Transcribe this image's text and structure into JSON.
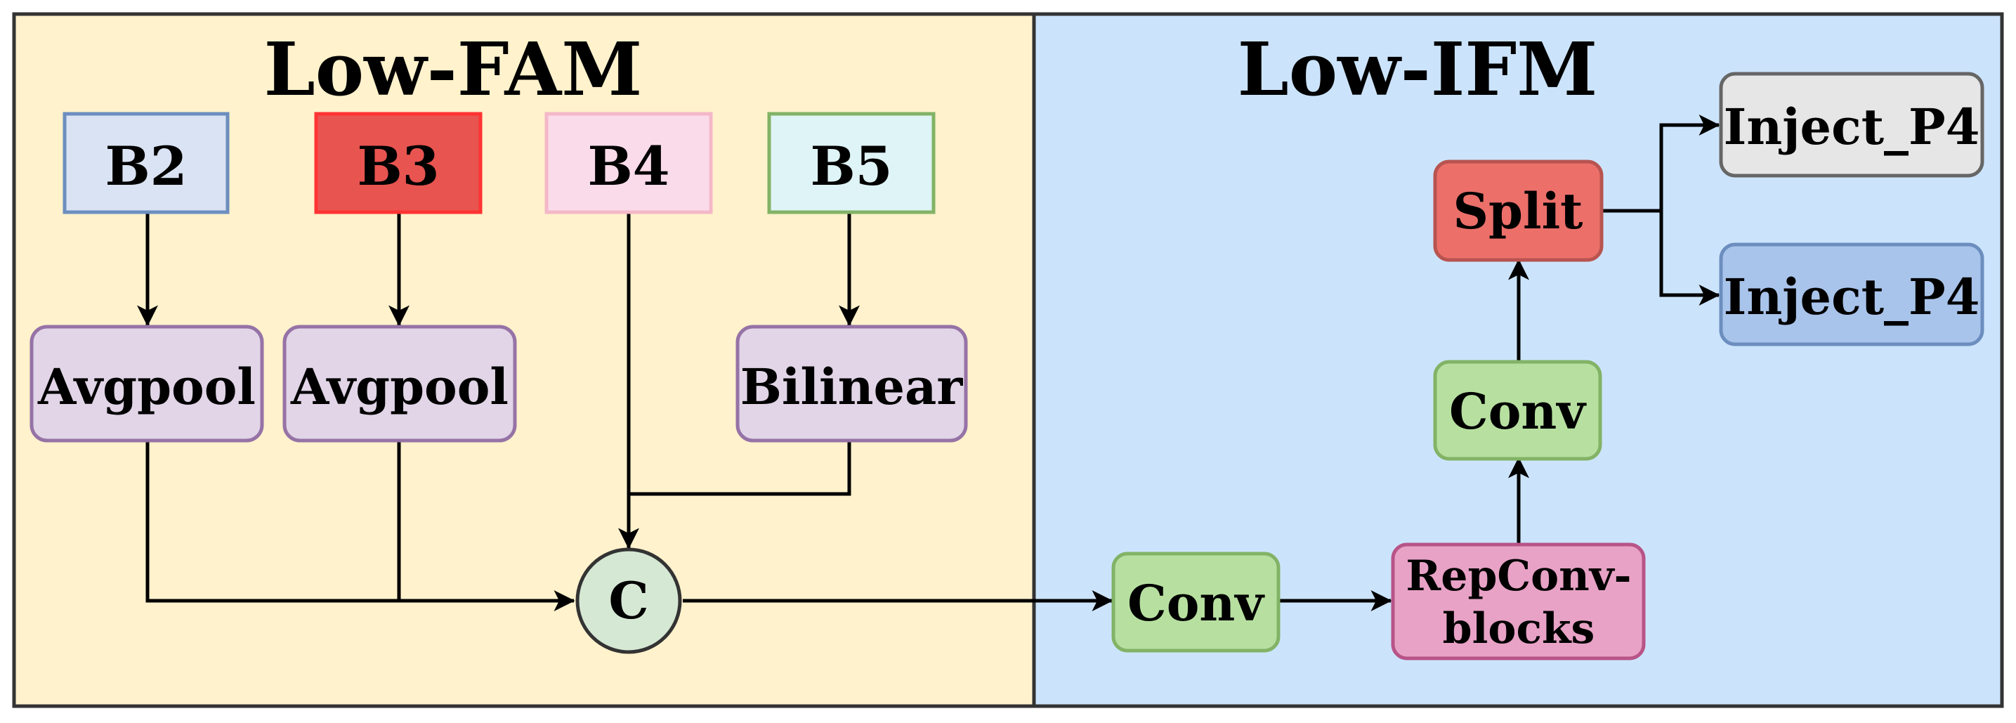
{
  "panels": {
    "left": {
      "title": "Low-FAM",
      "fill": "#fff2cc"
    },
    "right": {
      "title": "Low-IFM",
      "fill": "#cce4fb"
    }
  },
  "nodes": {
    "b2": {
      "label": "B2",
      "fill": "#dae3f3",
      "stroke": "#6c8ebf"
    },
    "b3": {
      "label": "B3",
      "fill": "#e85450",
      "stroke": "#ff3333"
    },
    "b4": {
      "label": "B4",
      "fill": "#fadbea",
      "stroke": "#f4b8c8"
    },
    "b5": {
      "label": "B5",
      "fill": "#dff4f6",
      "stroke": "#82b366"
    },
    "avgpool1": {
      "label": "Avgpool",
      "fill": "#e1d5e7",
      "stroke": "#9673a6"
    },
    "avgpool2": {
      "label": "Avgpool",
      "fill": "#e1d5e7",
      "stroke": "#9673a6"
    },
    "bilinear": {
      "label": "Bilinear",
      "fill": "#e1d5e7",
      "stroke": "#9673a6"
    },
    "concat": {
      "label": "C",
      "fill": "#d5e8d4",
      "stroke": "#333333"
    },
    "conv1": {
      "label": "Conv",
      "fill": "#b7e0a0",
      "stroke": "#82b366"
    },
    "repconv": {
      "line1": "RepConv-",
      "line2": "blocks",
      "fill": "#e8a2c6",
      "stroke": "#b85488"
    },
    "conv2": {
      "label": "Conv",
      "fill": "#b7e0a0",
      "stroke": "#82b366"
    },
    "split": {
      "label": "Split",
      "fill": "#ec6f6a",
      "stroke": "#b85450"
    },
    "inject1": {
      "label": "Inject_P4",
      "fill": "#e6e6e6",
      "stroke": "#666666"
    },
    "inject2": {
      "label": "Inject_P4",
      "fill": "#a9c4eb",
      "stroke": "#6c8ebf"
    }
  }
}
